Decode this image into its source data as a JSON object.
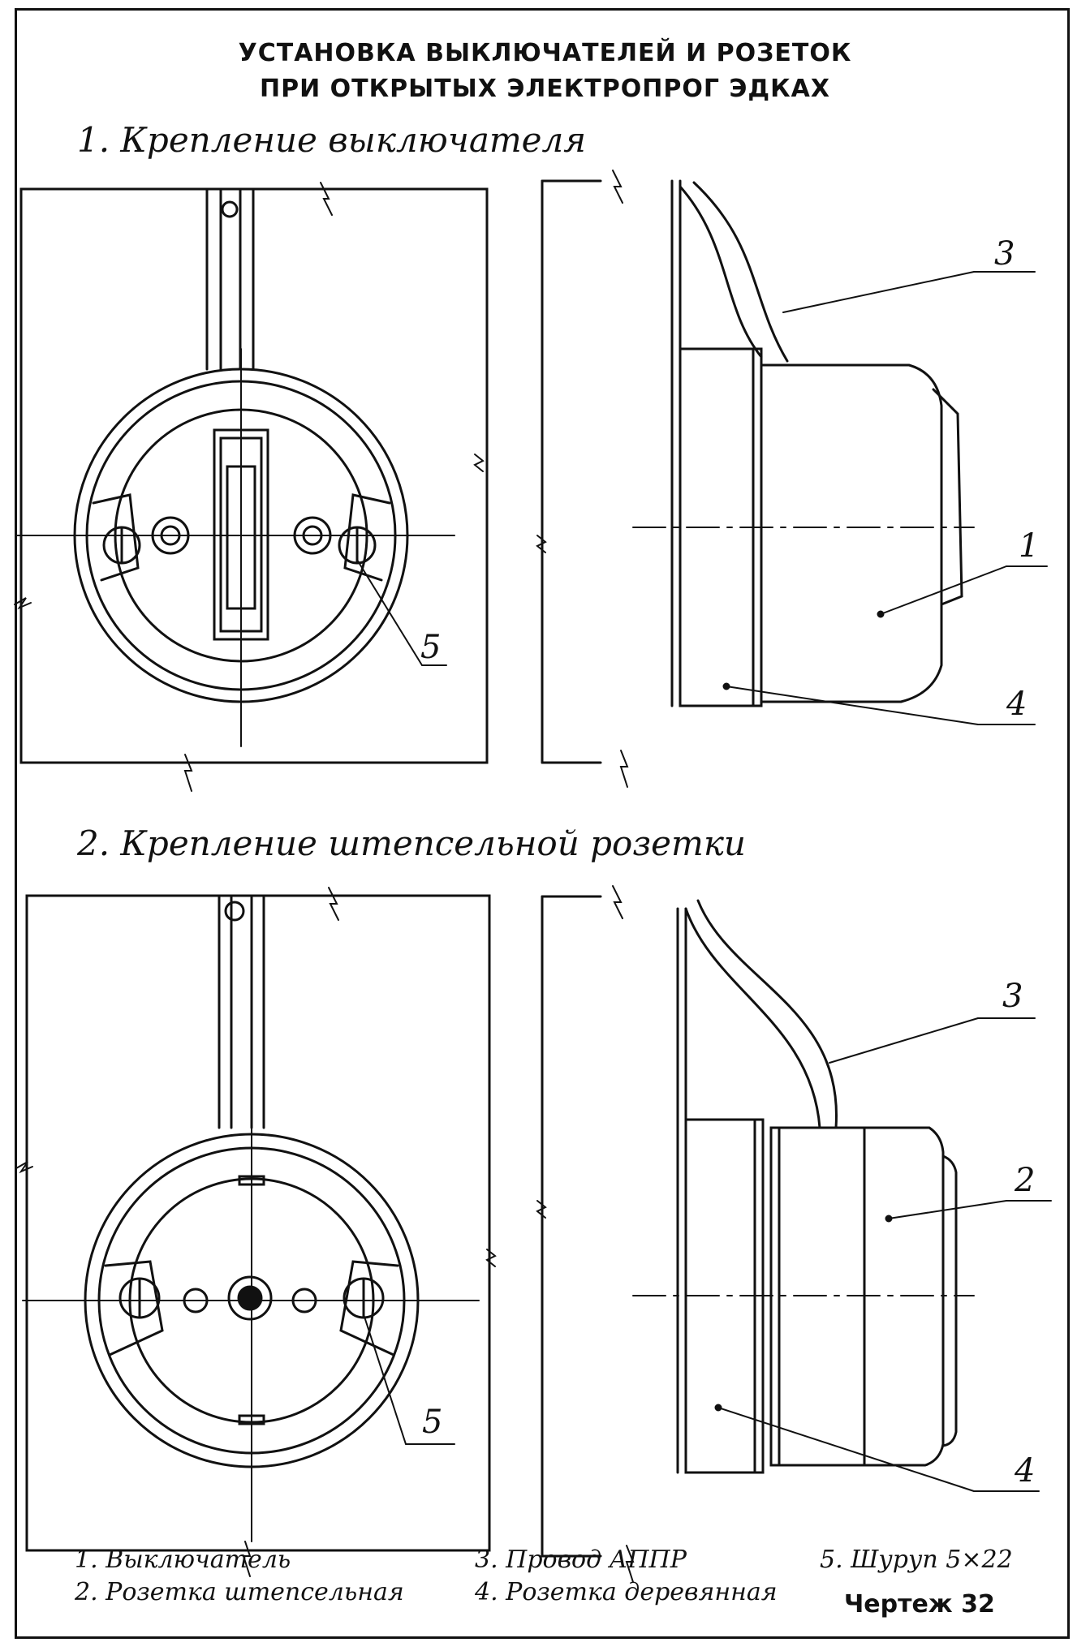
{
  "title": {
    "line1": "УСТАНОВКА ВЫКЛЮЧАТЕЛЕЙ И РОЗЕТОК",
    "line2": "ПРИ ОТКРЫТЫХ ЭЛЕКТРОПРОГ ЭДКАХ"
  },
  "sections": [
    {
      "label": "1. Крепление выключателя"
    },
    {
      "label": "2. Крепление штепсельной розетки"
    }
  ],
  "refs": {
    "top": [
      "3",
      "1",
      "4",
      "5"
    ],
    "bottom": [
      "3",
      "2",
      "4",
      "5"
    ]
  },
  "legend": {
    "item1": "1. Выключатель",
    "item2": "2. Розетка штепсельная",
    "item3": "3. Провод АППР",
    "item4": "4. Розетка деревянная",
    "item5": "5. Шуруп 5×22"
  },
  "sheet_label": "Чертеж 32"
}
